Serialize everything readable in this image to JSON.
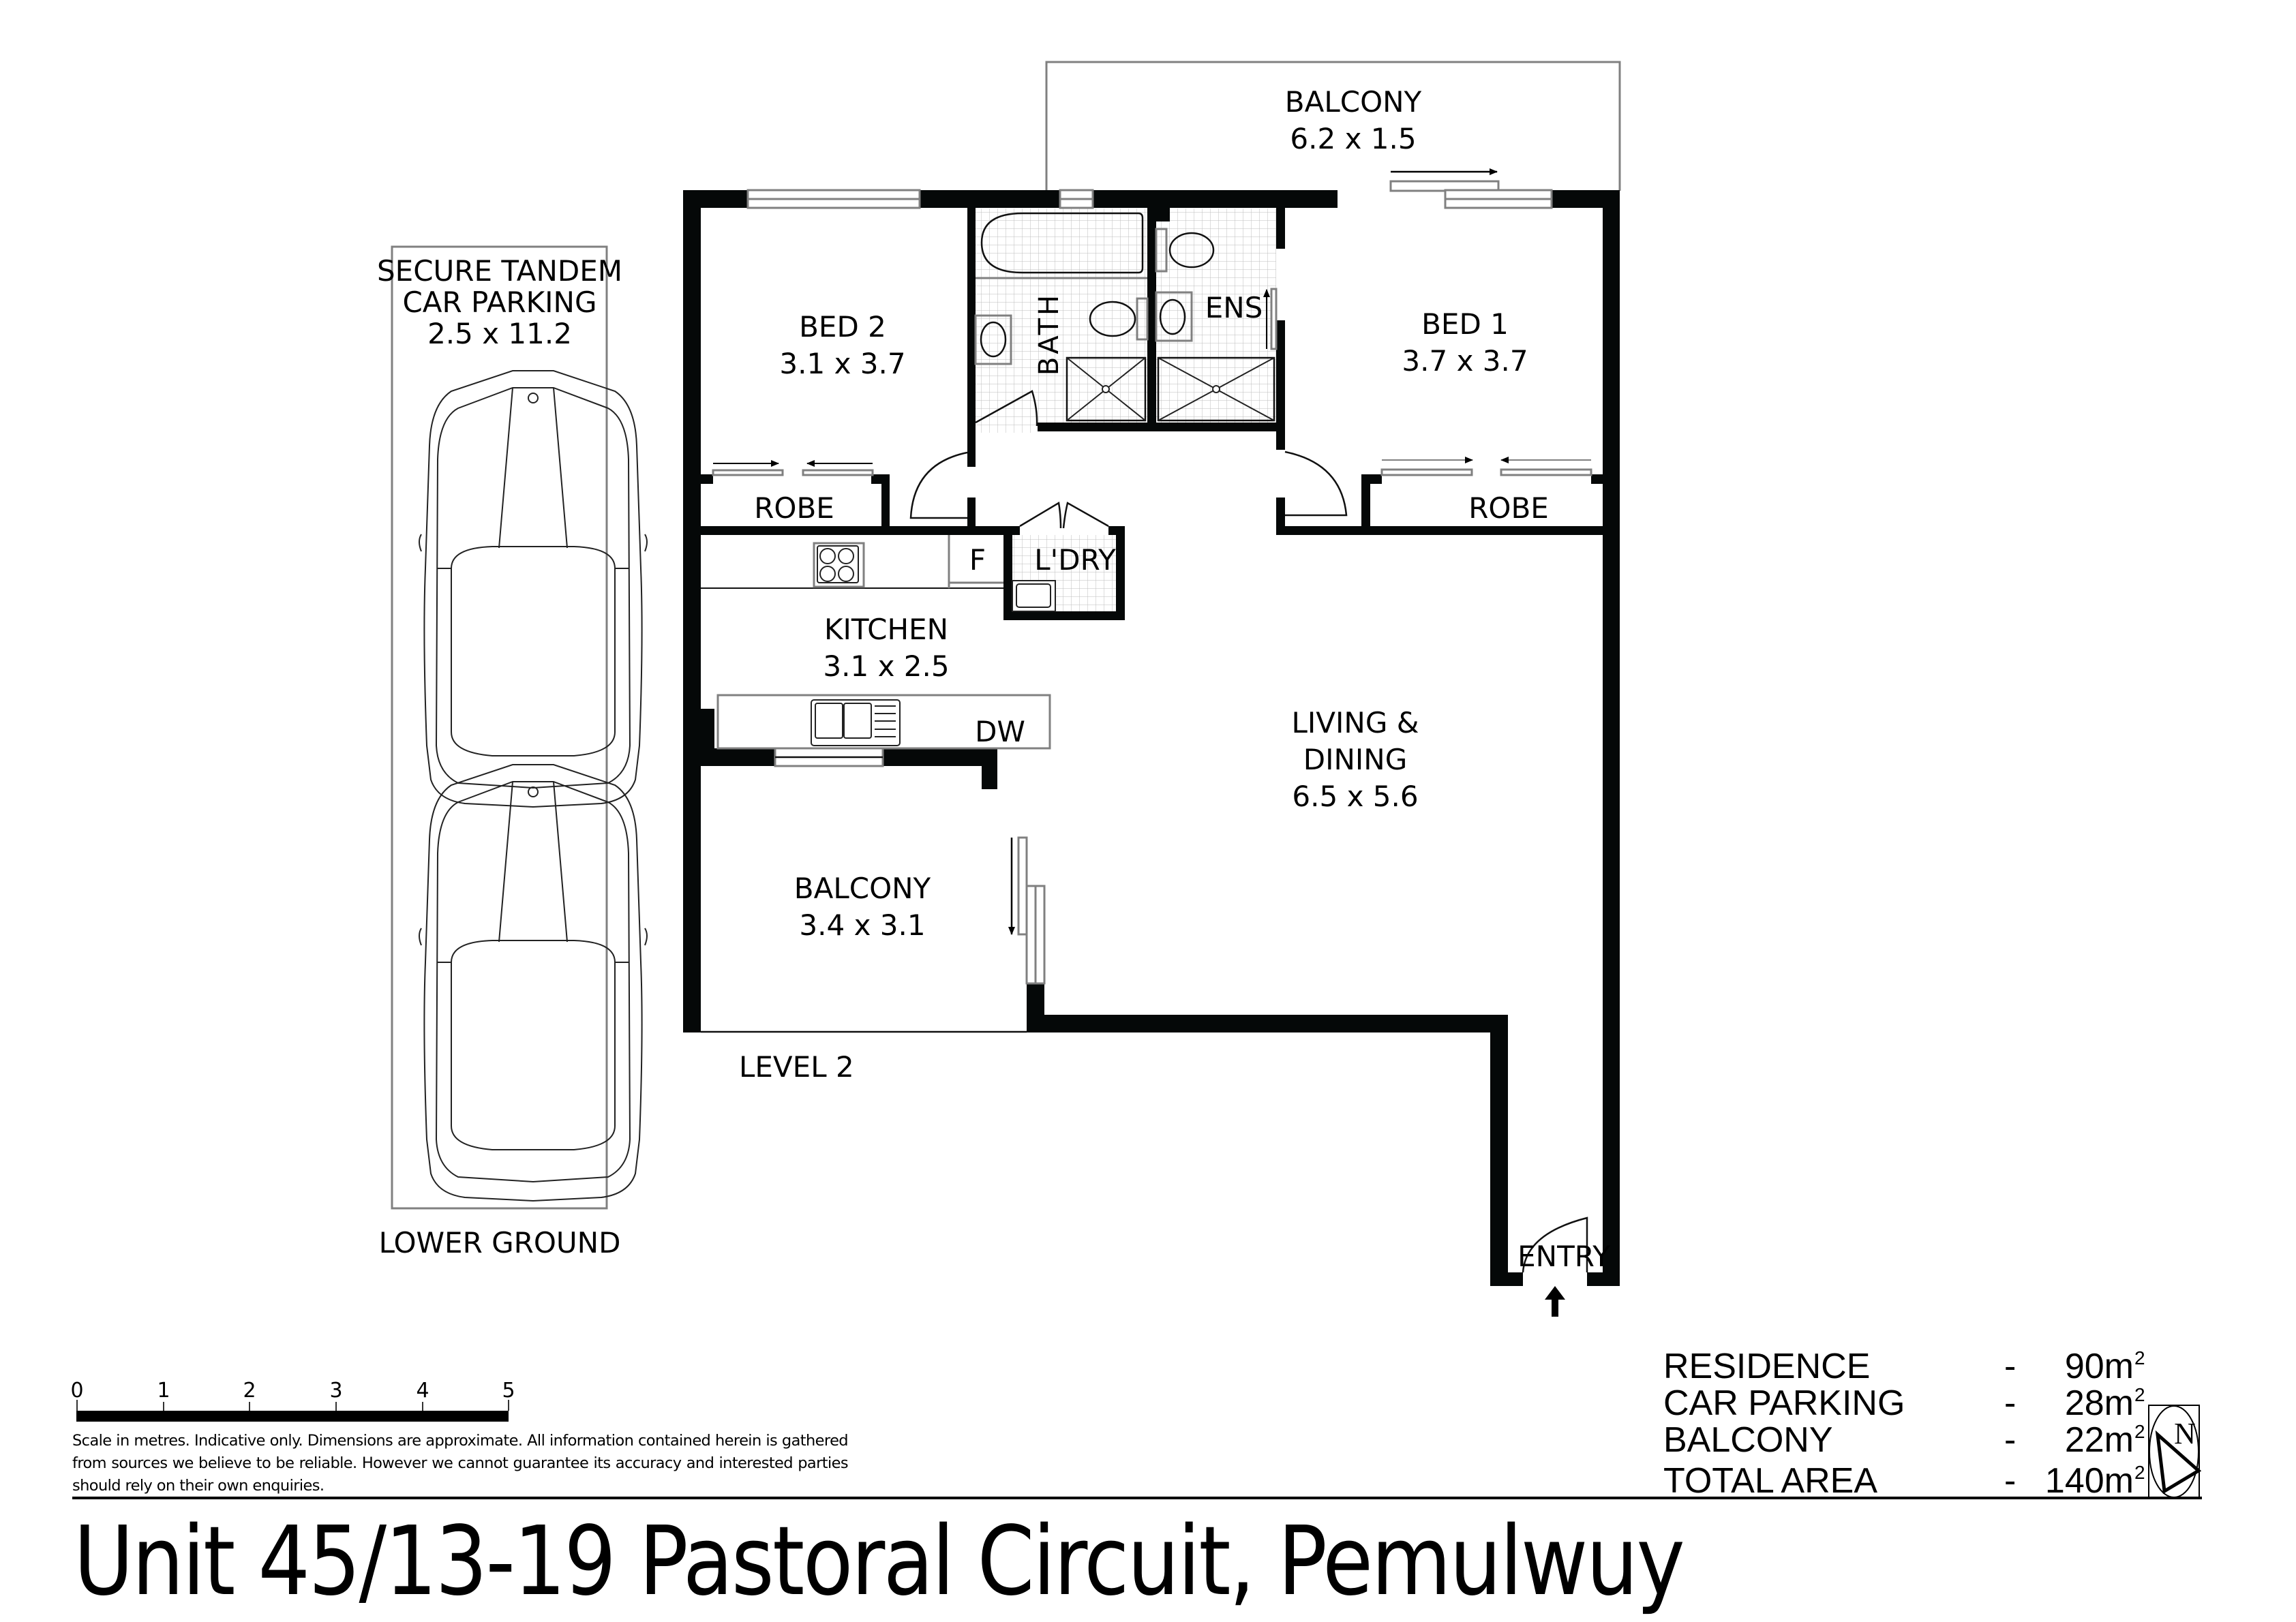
{
  "title": "Unit 45/13-19 Pastoral Circuit, Pemulwuy",
  "levels": {
    "upper": "LEVEL 2",
    "lower": "LOWER GROUND"
  },
  "rooms": {
    "balcony_top": {
      "name": "BALCONY",
      "size": "6.2 x 1.5"
    },
    "bed2": {
      "name": "BED 2",
      "size": "3.1 x 3.7"
    },
    "bath": {
      "name": "BATH"
    },
    "ens": {
      "name": "ENS"
    },
    "bed1": {
      "name": "BED 1",
      "size": "3.7 x 3.7"
    },
    "robe_left": {
      "name": "ROBE"
    },
    "robe_right": {
      "name": "ROBE"
    },
    "fridge": {
      "name": "F"
    },
    "laundry": {
      "name": "L'DRY"
    },
    "kitchen": {
      "name": "KITCHEN",
      "size": "3.1 x 2.5"
    },
    "dishwasher": {
      "name": "DW"
    },
    "living": {
      "name": "LIVING &",
      "name2": "DINING",
      "size": "6.5 x 5.6"
    },
    "balcony_side": {
      "name": "BALCONY",
      "size": "3.4 x 3.1"
    },
    "entry": {
      "name": "ENTRY"
    }
  },
  "parking": {
    "line1": "SECURE TANDEM",
    "line2": "CAR PARKING",
    "size": "2.5 x 11.2"
  },
  "scale_bar": {
    "ticks": [
      "0",
      "1",
      "2",
      "3",
      "4",
      "5"
    ],
    "unit": "metres"
  },
  "disclaimer": "Scale in metres. Indicative only. Dimensions are approximate. All information contained herein is gathered from sources we believe to be reliable. However we cannot guarantee its accuracy and interested parties should rely on their own enquiries.",
  "areas": [
    {
      "label": "RESIDENCE",
      "dash": "-",
      "value": "90m",
      "sup": "2"
    },
    {
      "label": "CAR PARKING",
      "dash": "-",
      "value": "28m",
      "sup": "2"
    },
    {
      "label": "BALCONY",
      "dash": "-",
      "value": "22m",
      "sup": "2"
    },
    {
      "label": "TOTAL AREA",
      "dash": "-",
      "value": "140m",
      "sup": "2"
    }
  ],
  "compass": {
    "label": "N"
  }
}
